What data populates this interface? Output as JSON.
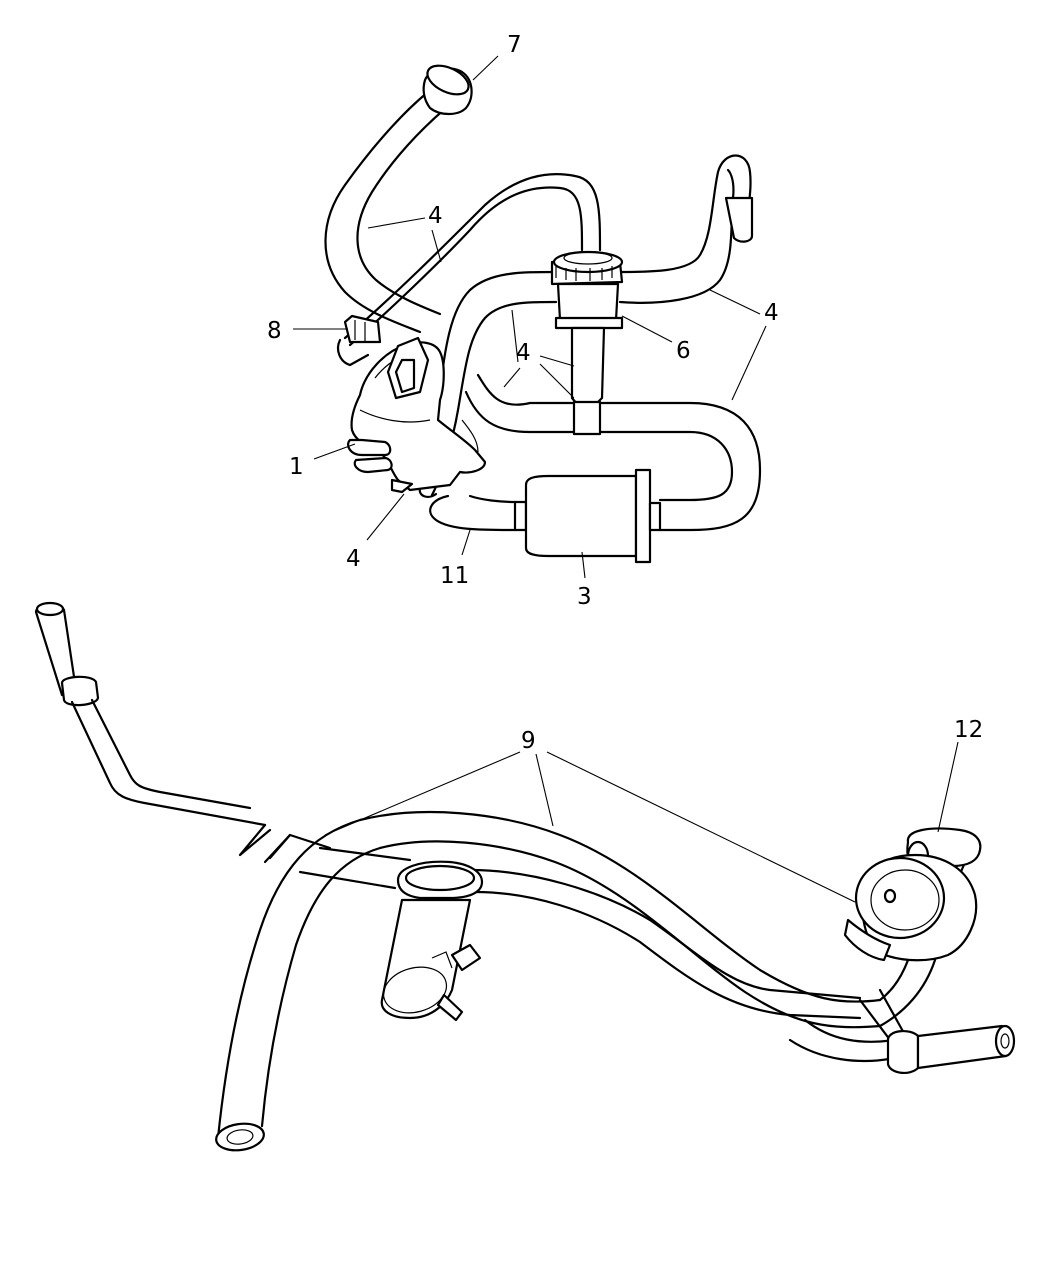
{
  "callouts": {
    "c1": "1",
    "c3": "3",
    "c4": "4",
    "c6": "6",
    "c7": "7",
    "c8": "8",
    "c9": "9",
    "c11": "11",
    "c12": "12"
  }
}
